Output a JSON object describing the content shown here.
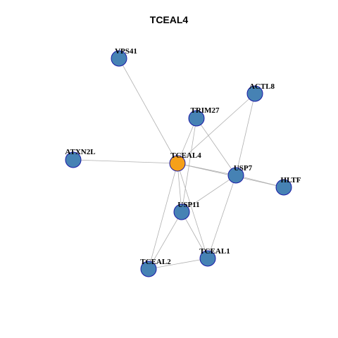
{
  "title": "TCEAL4",
  "colors": {
    "center_node": "#F5A01A",
    "node": "#4682B4",
    "node_border": "#1A1AA6",
    "edge": "#B0B0B0"
  },
  "nodes": [
    {
      "id": "TCEAL4",
      "label": "TCEAL4",
      "center": true
    },
    {
      "id": "VPS41",
      "label": "VPS41"
    },
    {
      "id": "ACTL8",
      "label": "ACTL8"
    },
    {
      "id": "TRIM27",
      "label": "TRIM27"
    },
    {
      "id": "ATXN2L",
      "label": "ATXN2L"
    },
    {
      "id": "USP7",
      "label": "USP7"
    },
    {
      "id": "HLTF",
      "label": "HLTF"
    },
    {
      "id": "USP11",
      "label": "USP11"
    },
    {
      "id": "TCEAL1",
      "label": "TCEAL1"
    },
    {
      "id": "TCEAL2",
      "label": "TCEAL2"
    }
  ],
  "edges": [
    [
      "TCEAL4",
      "VPS41"
    ],
    [
      "TCEAL4",
      "ACTL8"
    ],
    [
      "TCEAL4",
      "TRIM27"
    ],
    [
      "TCEAL4",
      "ATXN2L"
    ],
    [
      "TCEAL4",
      "USP7"
    ],
    [
      "TCEAL4",
      "HLTF"
    ],
    [
      "TCEAL4",
      "USP11"
    ],
    [
      "TCEAL4",
      "TCEAL1"
    ],
    [
      "TCEAL4",
      "TCEAL2"
    ],
    [
      "TRIM27",
      "USP7"
    ],
    [
      "TRIM27",
      "USP11"
    ],
    [
      "ACTL8",
      "USP7"
    ],
    [
      "USP7",
      "HLTF"
    ],
    [
      "USP7",
      "USP11"
    ],
    [
      "USP7",
      "TCEAL1"
    ],
    [
      "USP11",
      "TCEAL1"
    ],
    [
      "USP11",
      "TCEAL2"
    ],
    [
      "TCEAL2",
      "TCEAL1"
    ]
  ]
}
